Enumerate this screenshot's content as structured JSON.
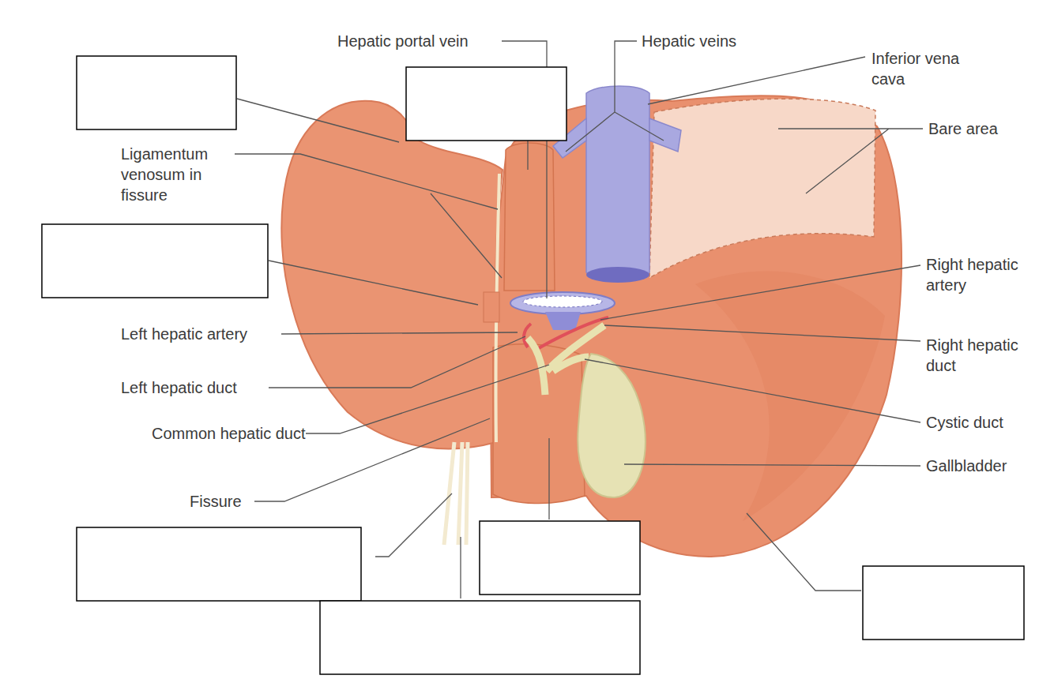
{
  "diagram": {
    "labels": [
      "Hepatic portal vein",
      "Hepatic veins",
      "Inferior vena cava",
      "Bare area",
      "Ligamentum venosum in fissure",
      "Right hepatic artery",
      "Left hepatic artery",
      "Right hepatic duct",
      "Left hepatic duct",
      "Cystic duct",
      "Common hepatic duct",
      "Gallbladder",
      "Fissure"
    ]
  }
}
